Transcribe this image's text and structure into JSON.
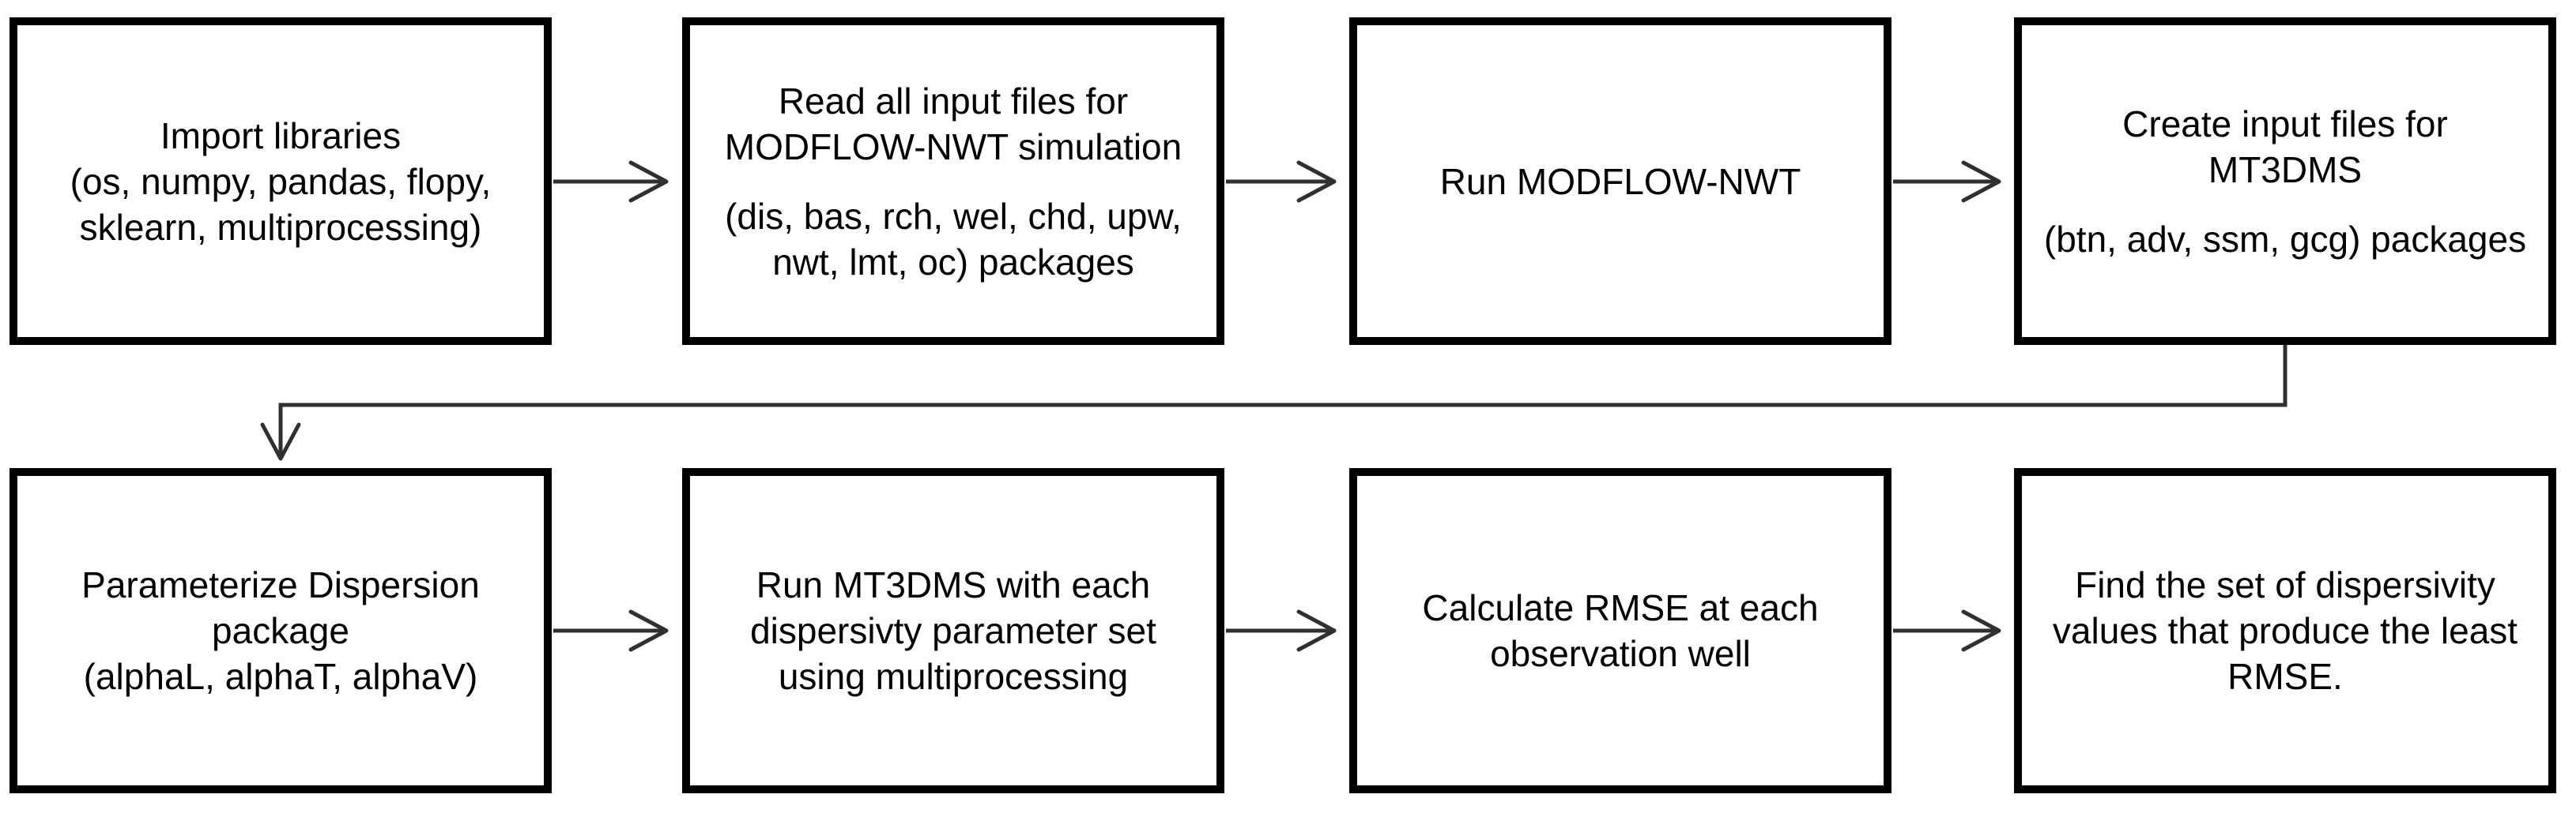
{
  "colors": {
    "background": "#ffffff",
    "box_border": "#000000",
    "text": "#000000",
    "connector": "#303030"
  },
  "flowchart": {
    "steps": [
      {
        "id": 1,
        "name": "import-libraries",
        "paragraphs": [
          "Import libraries\n(os, numpy, pandas, flopy,\nsklearn, multiprocessing)"
        ]
      },
      {
        "id": 2,
        "name": "read-modflow-input-files",
        "paragraphs": [
          "Read all input files for\nMODFLOW-NWT simulation",
          "(dis, bas, rch, wel, chd, upw,\nnwt, lmt, oc) packages"
        ]
      },
      {
        "id": 3,
        "name": "run-modflow-nwt",
        "paragraphs": [
          "Run MODFLOW-NWT"
        ]
      },
      {
        "id": 4,
        "name": "create-mt3dms-input-files",
        "paragraphs": [
          "Create input files for\nMT3DMS",
          "(btn, adv, ssm, gcg) packages"
        ]
      },
      {
        "id": 5,
        "name": "parameterize-dispersion-package",
        "paragraphs": [
          "Parameterize Dispersion\npackage\n(alphaL, alphaT, alphaV)"
        ]
      },
      {
        "id": 6,
        "name": "run-mt3dms-multiprocessing",
        "paragraphs": [
          "Run MT3DMS with each\ndispersivty parameter set\nusing multiprocessing"
        ]
      },
      {
        "id": 7,
        "name": "calculate-rmse",
        "paragraphs": [
          "Calculate RMSE at each\nobservation well"
        ]
      },
      {
        "id": 8,
        "name": "find-least-rmse-set",
        "paragraphs": [
          "Find the set of dispersivity\nvalues that produce the least\nRMSE."
        ]
      }
    ],
    "connectors": [
      {
        "from": 1,
        "to": 2,
        "style": "straight-right-arrow"
      },
      {
        "from": 2,
        "to": 3,
        "style": "straight-right-arrow"
      },
      {
        "from": 3,
        "to": 4,
        "style": "straight-right-arrow"
      },
      {
        "from": 4,
        "to": 5,
        "style": "elbow-down-left-down-arrow"
      },
      {
        "from": 5,
        "to": 6,
        "style": "straight-right-arrow"
      },
      {
        "from": 6,
        "to": 7,
        "style": "straight-right-arrow"
      },
      {
        "from": 7,
        "to": 8,
        "style": "straight-right-arrow"
      }
    ]
  }
}
